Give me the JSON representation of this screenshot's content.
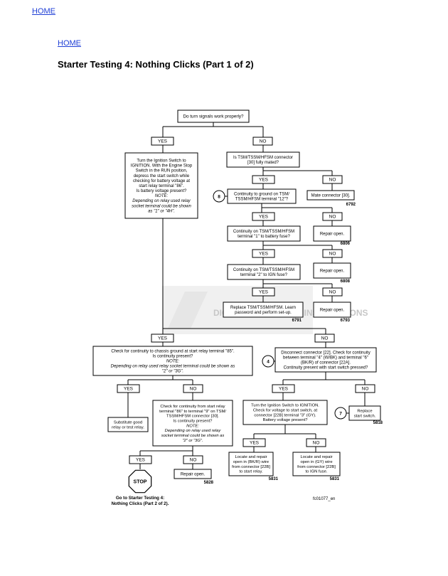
{
  "nav": {
    "home_top": "HOME",
    "home_inner": "HOME"
  },
  "page": {
    "title": "Starter Testing 4: Nothing Clicks (Part 1 of 2)"
  },
  "watermark": "DIGITAL TECHNICIAN INSTRUCTIONS",
  "boxes": {
    "q_turn_signals": [
      "Do turn signals work properly?"
    ],
    "yes_a": [
      "YES"
    ],
    "no_a": [
      "NO"
    ],
    "ignition_check": [
      "Turn the Ignition Switch to",
      "IGNITION. With the Engine Stop",
      "Switch in the RUN position,",
      "depress the start switch while",
      "checking for battery voltage at",
      "start relay terminal \"86\".",
      "Is battery voltage present?",
      "NOTE:",
      "Depending on relay used relay",
      "socket terminal could be shown",
      "as \"1\" or \"4H\"."
    ],
    "tsm_mated": [
      "Is TSM/TSSM/HFSM connector",
      "[30] fully mated?"
    ],
    "yes_b": [
      "YES"
    ],
    "no_b": [
      "NO"
    ],
    "cont_ground": [
      "Continuity to ground on TSM/",
      "TSSM/HFSM terminal \"12\"?"
    ],
    "mate_connector": [
      "Mate connector [30]."
    ],
    "yes_c": [
      "YES"
    ],
    "no_c": [
      "NO"
    ],
    "cont_term1": [
      "Continuity on TSM/TSSM/HFSM",
      "terminal \"1\"  to  battery fuse?"
    ],
    "repair_open_1": [
      "Repair open."
    ],
    "yes_d": [
      "YES"
    ],
    "no_d": [
      "NO"
    ],
    "cont_term2": [
      "Continuity on TSM/TSSM/HFSM",
      "terminal \"2\" to IGN fuse?"
    ],
    "repair_open_2": [
      "Repair open."
    ],
    "yes_e": [
      "YES"
    ],
    "no_e": [
      "NO"
    ],
    "replace_tsm": [
      "Replace TSM/TSSM/HFSM. Learn",
      "password and perform set-up."
    ],
    "repair_open_3": [
      "Repair open."
    ],
    "yes_f": [
      "YES"
    ],
    "no_f": [
      "NO"
    ],
    "chassis_ground": [
      "Check for continuity to chassis ground at start relay terminal \"85\".",
      "Is continuity present?",
      "NOTE:",
      "Depending on relay used relay socket terminal could be shown as",
      "\"2\" or \"3G\"."
    ],
    "disconnect_22": [
      "Disconnect connector [22]. Check for continuity",
      "between terminal \"4\" (W/BK) and terminal \"6\"",
      "(BK/R) of connector [22A].",
      "Continuity present with start switch pressed?"
    ],
    "yes_g": [
      "YES"
    ],
    "no_g": [
      "NO"
    ],
    "yes_h": [
      "YES"
    ],
    "no_h": [
      "NO"
    ],
    "substitute_relay": [
      "Substitute good",
      "relay or test relay."
    ],
    "cont_86_9": [
      "Check for continuity from start relay",
      "terminal \"86\" to terminal \"9\" on TSM/",
      "TSSM/HFSM connector [30].",
      "Is continuity present?",
      "NOTE:",
      "Depending on relay used relay",
      "socket terminal could be shown as",
      "\"2\" or \"3G\"."
    ],
    "ign_voltage": [
      "Turn the Ignition Switch to IGNITION.",
      "Check for voltage to start switch, at",
      "connector [22B] terminal \"3\" (GY).",
      "Battery voltage present?"
    ],
    "replace_switch": [
      "Replace",
      "start switch."
    ],
    "yes_i": [
      "YES"
    ],
    "no_i": [
      "NO"
    ],
    "yes_j": [
      "YES"
    ],
    "no_j": [
      "NO"
    ],
    "repair_open_4": [
      "Repair open."
    ],
    "locate_bkr": [
      "Locate and repair",
      "open in (BK/R) wire",
      "from connector [22B]",
      "to start relay."
    ],
    "locate_gy": [
      "Locate and repair",
      "open in (GY) wire",
      "from connector [22B]",
      "to IGN fuse."
    ]
  },
  "circles": {
    "c8": "8",
    "c4": "4",
    "c7": "7"
  },
  "stop_sign": "STOP",
  "codes": {
    "code_6792": "6792",
    "code_6806": "6806",
    "code_6808": "6808",
    "code_6791": "6791",
    "code_6793": "6793",
    "code_5818": "5818",
    "code_5828": "5828",
    "code_5831a": "5831",
    "code_5831b": "5831"
  },
  "footer": {
    "goto": [
      "Go to Starter Testing 4:",
      "Nothing Clicks (Part 2 of 2)."
    ],
    "figure_id": "fc01077_en"
  }
}
